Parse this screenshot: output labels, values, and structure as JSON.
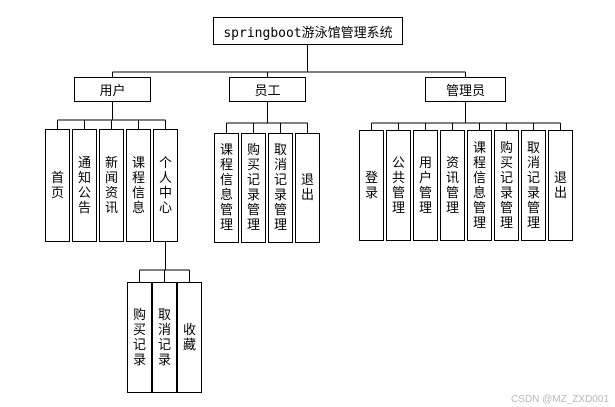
{
  "title": "springboot游泳馆管理系统",
  "roles": {
    "user": {
      "label": "用户",
      "items": [
        "首页",
        "通知公告",
        "新闻资讯",
        "课程信息",
        "个人中心"
      ],
      "personal_center_items": [
        "购买记录",
        "取消记录",
        "收藏"
      ]
    },
    "staff": {
      "label": "员工",
      "items": [
        "课程信息管理",
        "购买记录管理",
        "取消记录管理",
        "退出"
      ]
    },
    "admin": {
      "label": "管理员",
      "items": [
        "登录",
        "公共管理",
        "用户管理",
        "资讯管理",
        "课程信息管理",
        "购买记录管理",
        "取消记录管理",
        "退出"
      ]
    }
  },
  "watermark": "CSDN @MZ_ZXD001"
}
